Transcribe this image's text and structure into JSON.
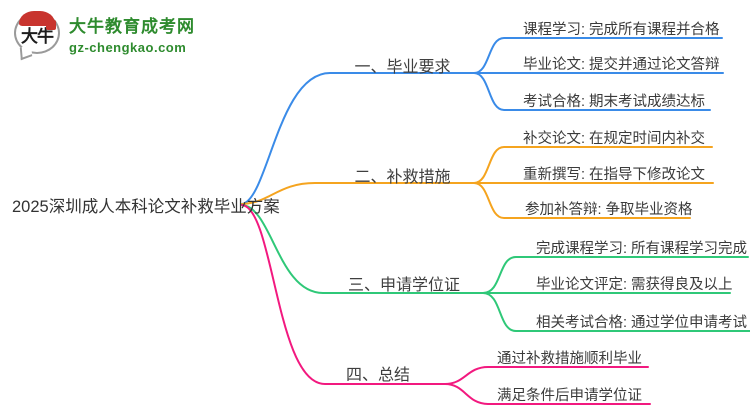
{
  "logo": {
    "bubble_text": "大牛",
    "title": "大牛教育成考网",
    "domain": "gz-chengkao.com"
  },
  "root": {
    "label": "2025深圳成人本科论文补救毕业方案"
  },
  "branches": [
    {
      "label": "一、毕业要求",
      "color": "#3a8be8",
      "children": [
        "课程学习: 完成所有课程并合格",
        "毕业论文: 提交并通过论文答辩",
        "考试合格: 期末考试成绩达标"
      ]
    },
    {
      "label": "二、补救措施",
      "color": "#f5a41f",
      "children": [
        "补交论文: 在规定时间内补交",
        "重新撰写: 在指导下修改论文",
        "参加补答辩: 争取毕业资格"
      ]
    },
    {
      "label": "三、申请学位证",
      "color": "#2fc878",
      "children": [
        "完成课程学习: 所有课程学习完成",
        "毕业论文评定: 需获得良及以上",
        "相关考试合格: 通过学位申请考试"
      ]
    },
    {
      "label": "四、总结",
      "color": "#f2197f",
      "children": [
        "通过补救措施顺利毕业",
        "满足条件后申请学位证"
      ]
    }
  ],
  "colors": {
    "brand_green": "#2e8b2e",
    "seal_red": "#c8342e",
    "text_dark": "#3a3a3a"
  }
}
